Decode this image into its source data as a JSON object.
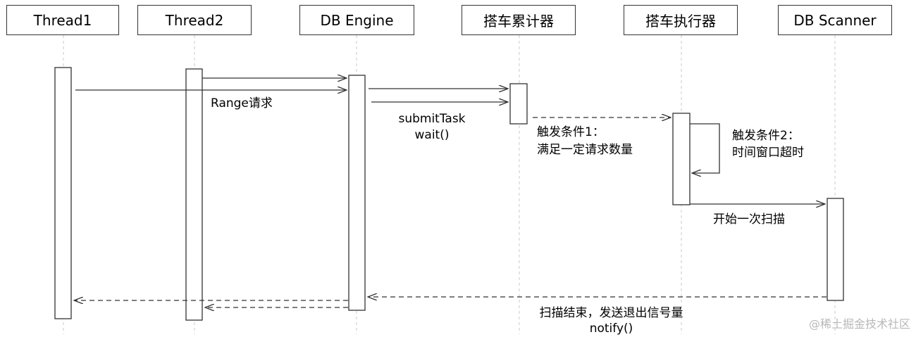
{
  "participants": [
    "Thread1",
    "Thread2",
    "DB Engine",
    "搭车累计器",
    "搭车执行器",
    "DB Scanner"
  ],
  "labels": {
    "range_request": "Range请求",
    "submit_task": "submitTask",
    "wait": "wait()",
    "trigger1_a": "触发条件1：",
    "trigger1_b": "满足一定请求数量",
    "trigger2_a": "触发条件2：",
    "trigger2_b": "时间窗口超时",
    "start_scan": "开始一次扫描",
    "scan_end": "扫描结束，发送退出信号量",
    "notify": "notify()"
  },
  "watermark": "@稀土掘金技术社区",
  "colors": {
    "line": "#333333",
    "lifeline": "#c8c8c8"
  }
}
